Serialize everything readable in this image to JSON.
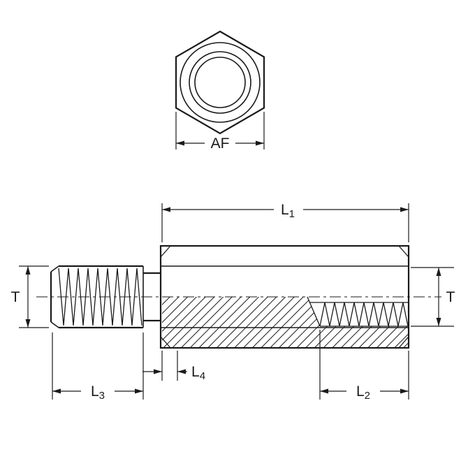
{
  "figure": {
    "colors": {
      "line": "#1a1a1a",
      "background": "#ffffff"
    },
    "labels": {
      "af": "AF",
      "t_left": "T",
      "t_right": "T",
      "l1": {
        "main": "L",
        "sub": "1"
      },
      "l2": {
        "main": "L",
        "sub": "2"
      },
      "l3": {
        "main": "L",
        "sub": "3"
      },
      "l4": {
        "main": "L",
        "sub": "4"
      }
    }
  }
}
